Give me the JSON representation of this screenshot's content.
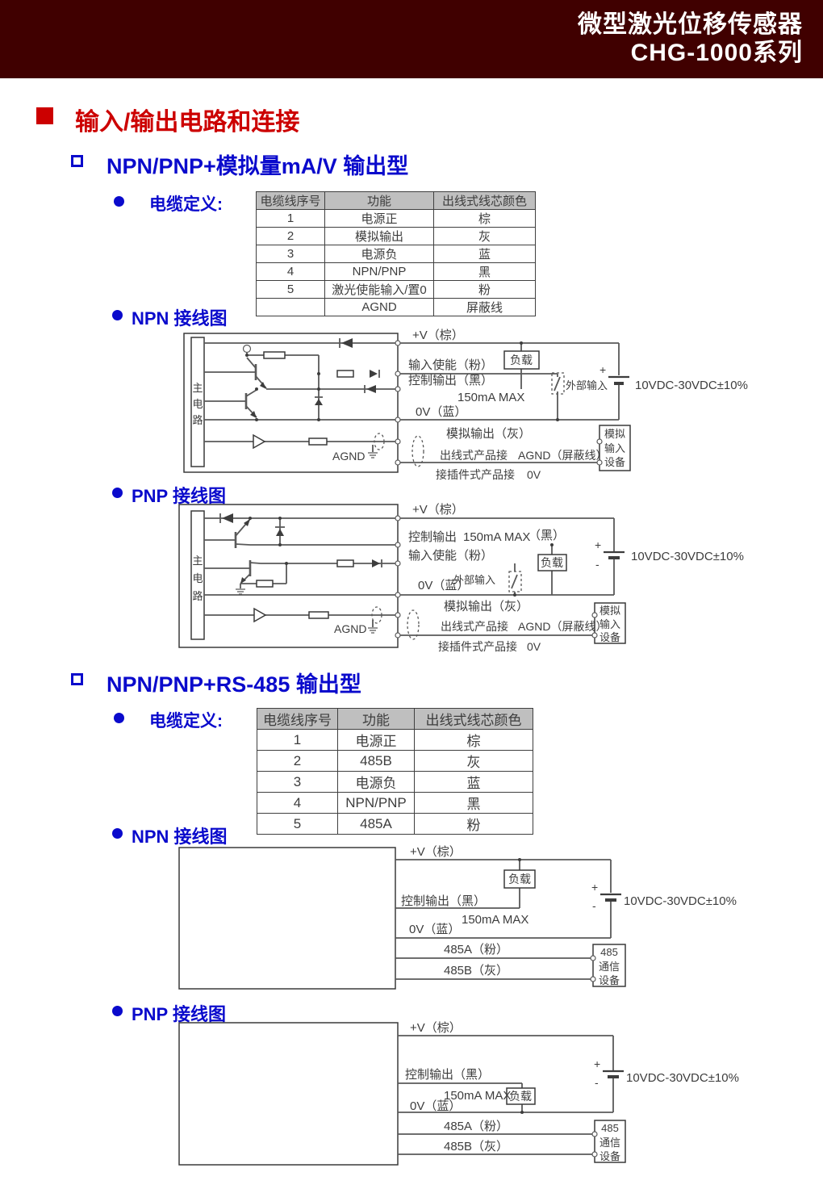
{
  "header": {
    "line1": "微型激光位移传感器",
    "line2": "CHG-1000系列"
  },
  "sections": {
    "main_title": "输入/输出电路和连接",
    "analog_title": "NPN/PNP+模拟量mA/V  输出型",
    "rs485_title": "NPN/PNP+RS-485  输出型",
    "cable_def_label": "电缆定义:",
    "npn_diagram_label": "NPN 接线图",
    "pnp_diagram_label": "PNP 接线图"
  },
  "analog_table": {
    "headers": [
      "电缆线序号",
      "功能",
      "出线式线芯颜色"
    ],
    "rows": [
      [
        "1",
        "电源正",
        "棕"
      ],
      [
        "2",
        "模拟输出",
        "灰"
      ],
      [
        "3",
        "电源负",
        "蓝"
      ],
      [
        "4",
        "NPN/PNP",
        "黑"
      ],
      [
        "5",
        "激光使能输入/置0",
        "粉"
      ],
      [
        "",
        "AGND",
        "屏蔽线"
      ]
    ]
  },
  "rs485_table": {
    "headers": [
      "电缆线序号",
      "功能",
      "出线式线芯颜色"
    ],
    "rows": [
      [
        "1",
        "电源正",
        "棕"
      ],
      [
        "2",
        "485B",
        "灰"
      ],
      [
        "3",
        "电源负",
        "蓝"
      ],
      [
        "4",
        "NPN/PNP",
        "黑"
      ],
      [
        "5",
        "485A",
        "粉"
      ]
    ]
  },
  "diagram_labels": {
    "main_circuit": [
      "主",
      "电",
      "路"
    ],
    "v_plus": "+V（棕）",
    "enable_input": "输入使能（粉）",
    "control_output": "控制输出（黑）",
    "control_output_pnp": "控制输出",
    "black_suffix": "（黑）",
    "current_max": "150mA MAX",
    "zero_v": "0V（蓝）",
    "analog_output": "模拟输出（灰）",
    "agnd": "AGND",
    "wired_product": "出线式产品接",
    "agnd_shield": "AGND（屏蔽线）",
    "plug_product": "接插件式产品接",
    "plug_0v": "0V",
    "load": "负载",
    "external_input": "外部输入",
    "supply": "10VDC-30VDC±10%",
    "plus": "+",
    "minus": "-",
    "analog_device": [
      "模拟",
      "输入",
      "设备"
    ],
    "rs485_device": [
      "485",
      "通信",
      "设备"
    ],
    "a485": "485A（粉）",
    "b485": "485B（灰）"
  },
  "colors": {
    "band_bg": "#400000",
    "heading_red": "#cc0000",
    "heading_blue": "#0a0acc",
    "table_header_bg": "#bfbfbf",
    "table_border": "#3f3f3f",
    "wire": "#595959",
    "ink": "#3d3d3d"
  }
}
